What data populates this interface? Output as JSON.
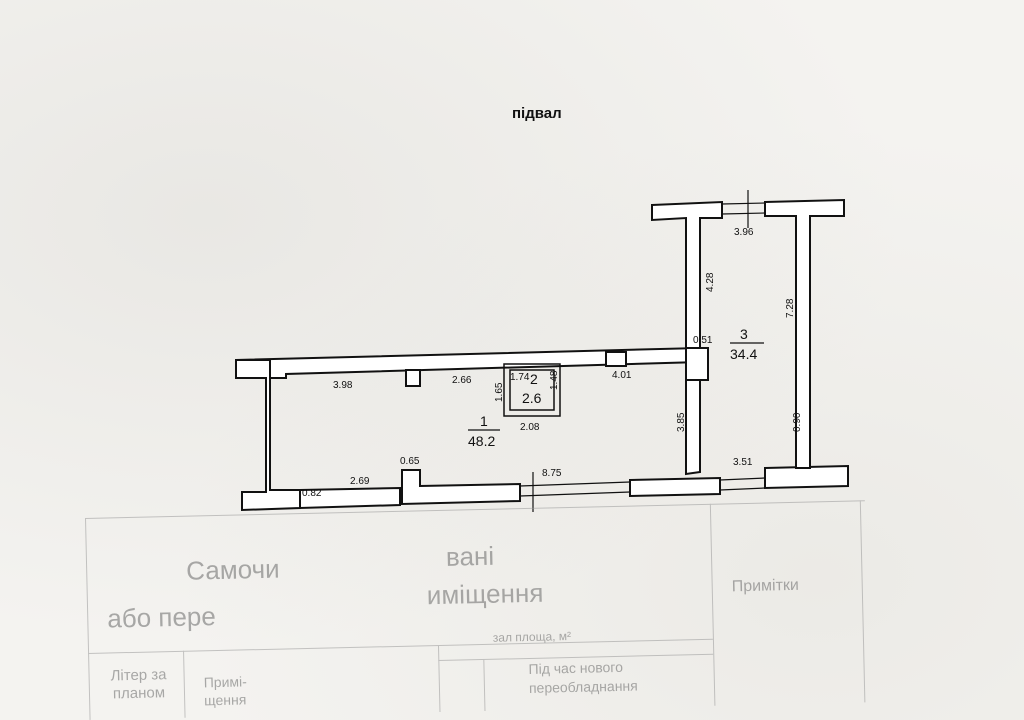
{
  "plan": {
    "title": "підвал",
    "rooms": [
      {
        "number": "1",
        "area": "48.2"
      },
      {
        "number": "2",
        "area": "2.6"
      },
      {
        "number": "3",
        "area": "34.4"
      }
    ],
    "dimensions": {
      "d398": "3.98",
      "d266": "2.66",
      "d401": "4.01",
      "d174": "1.74",
      "d165": "1.65",
      "d148": "1.48",
      "d208": "2.08",
      "d385": "3.85",
      "d065": "0.65",
      "d082": "0.82",
      "d269": "2.69",
      "d875": "8.75",
      "d351": "3.51",
      "d396": "3.96",
      "d428": "4.28",
      "d728": "7.28",
      "d051": "0.51",
      "d090": "0.90"
    }
  },
  "table": {
    "header_left_1": "Самочи",
    "header_mid_1": "вані",
    "header_left_2": "або пере",
    "header_mid_2": "иміщення",
    "header_right": "Примітки",
    "subheader": "зал площа, м²",
    "col_letter": "Літер за планом",
    "col_room": "Примі-щення",
    "col_during": "Під час нового переобладнання"
  }
}
